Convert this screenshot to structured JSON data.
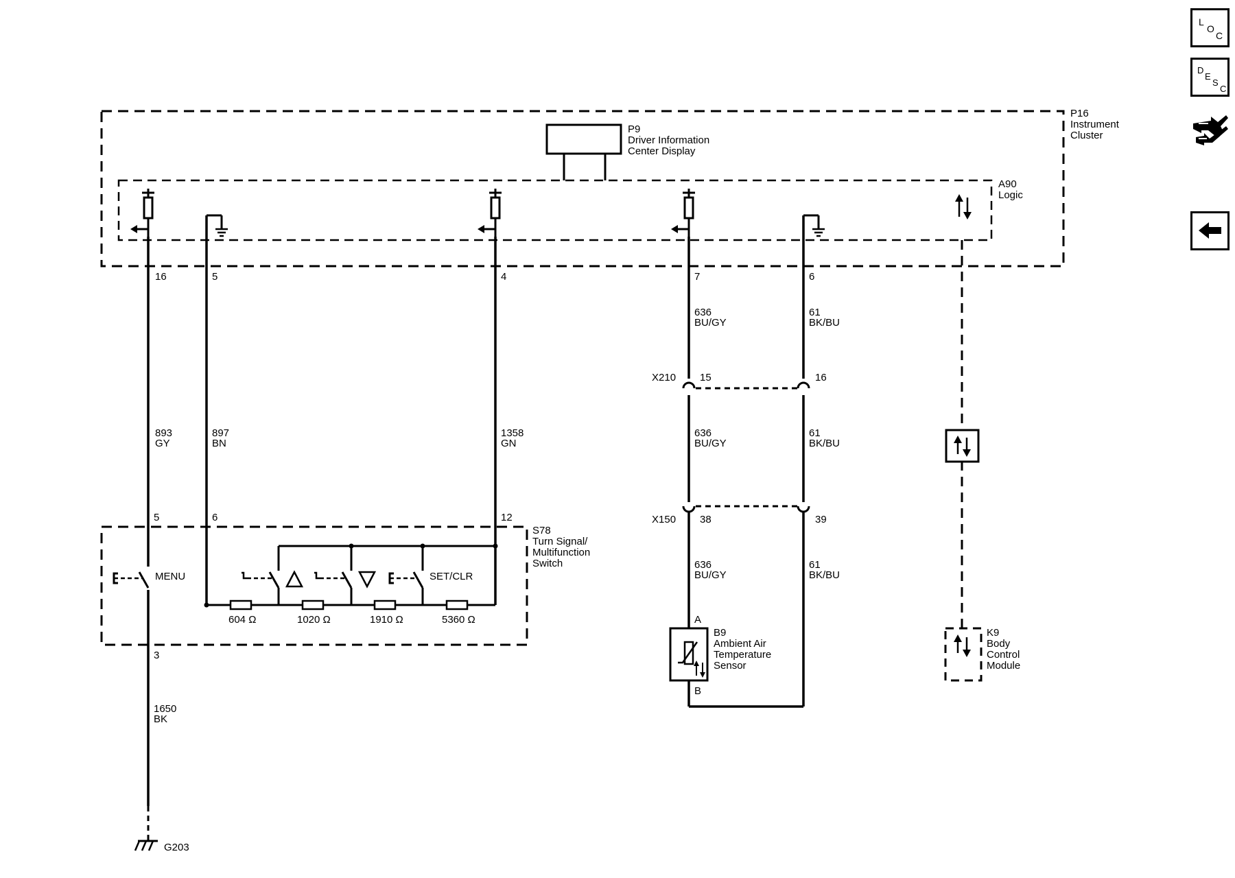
{
  "nav": {
    "loc_letters": [
      "L",
      "O",
      "C"
    ],
    "desc_letters": [
      "D",
      "E",
      "S",
      "C"
    ],
    "icons": [
      "loc-button-icon",
      "desc-button-icon",
      "connector-tools-icon",
      "back-arrow-icon"
    ]
  },
  "components": {
    "p16": "P16",
    "p16_l1": "Instrument",
    "p16_l2": "Cluster",
    "p9": "P9",
    "p9_l1": "Driver Information",
    "p9_l2": "Center Display",
    "a90": "A90",
    "a90_l1": "Logic",
    "s78": "S78",
    "s78_l1": "Turn Signal/",
    "s78_l2": "Multifunction",
    "s78_l3": "Switch",
    "b9": "B9",
    "b9_l1": "Ambient Air",
    "b9_l2": "Temperature",
    "b9_l3": "Sensor",
    "b9_pin_a": "A",
    "b9_pin_b": "B",
    "k9": "K9",
    "k9_l1": "Body",
    "k9_l2": "Control",
    "k9_l3": "Module",
    "g203": "G203"
  },
  "pins": {
    "p16_16": "16",
    "p16_5": "5",
    "p16_4": "4",
    "p16_7": "7",
    "p16_6": "6",
    "s78_5": "5",
    "s78_6": "6",
    "s78_12": "12",
    "s78_3": "3"
  },
  "connectors": {
    "x210": "X210",
    "x210_a": "15",
    "x210_b": "16",
    "x150": "X150",
    "x150_a": "38",
    "x150_b": "39"
  },
  "wires": {
    "w893_c": "893",
    "w893_col": "GY",
    "w897_c": "897",
    "w897_col": "BN",
    "w1358_c": "1358",
    "w1358_col": "GN",
    "w636a_c": "636",
    "w636a_col": "BU/GY",
    "w636b_c": "636",
    "w636b_col": "BU/GY",
    "w636c_c": "636",
    "w636c_col": "BU/GY",
    "w61a_c": "61",
    "w61a_col": "BK/BU",
    "w61b_c": "61",
    "w61b_col": "BK/BU",
    "w61c_c": "61",
    "w61c_col": "BK/BU",
    "w1650_c": "1650",
    "w1650_col": "BK"
  },
  "switches": {
    "menu": "MENU",
    "set_clr": "SET/CLR",
    "r1": "604 Ω",
    "r2": "1020 Ω",
    "r3": "1910 Ω",
    "r4": "5360 Ω"
  }
}
